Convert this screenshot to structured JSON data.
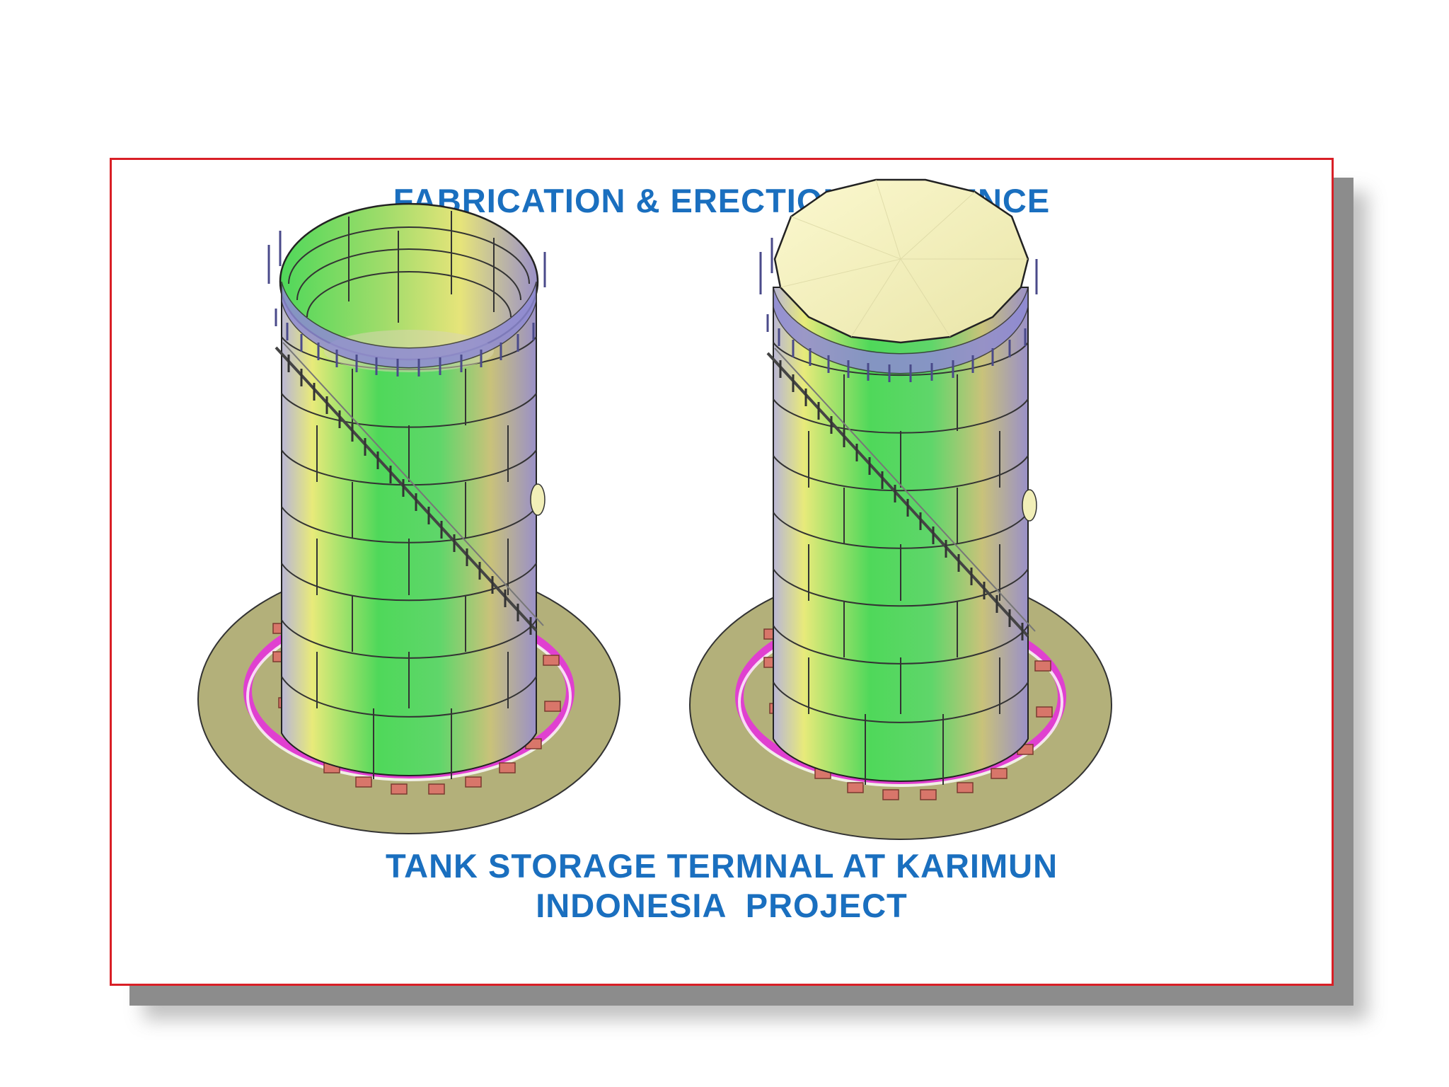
{
  "slide": {
    "title": "FABRICATION & ERECTION SEQUENCE",
    "subtitle_line1": "TANK STORAGE TERMNAL AT KARIMUN",
    "subtitle_line2": "INDONESIA  PROJECT"
  },
  "figures": [
    {
      "name": "tank-open-top",
      "roof": false
    },
    {
      "name": "tank-with-roof",
      "roof": true
    }
  ],
  "colors": {
    "border": "#d91f26",
    "text": "#1a6fbf",
    "shell_green": "#4fd85a",
    "shell_yellow": "#e8ea7a",
    "shell_lavender": "#a59ad0",
    "foundation": "#b3b07a",
    "ring": "#e040d0",
    "brackets": "#d8766a",
    "roof": "#f2efb8"
  }
}
